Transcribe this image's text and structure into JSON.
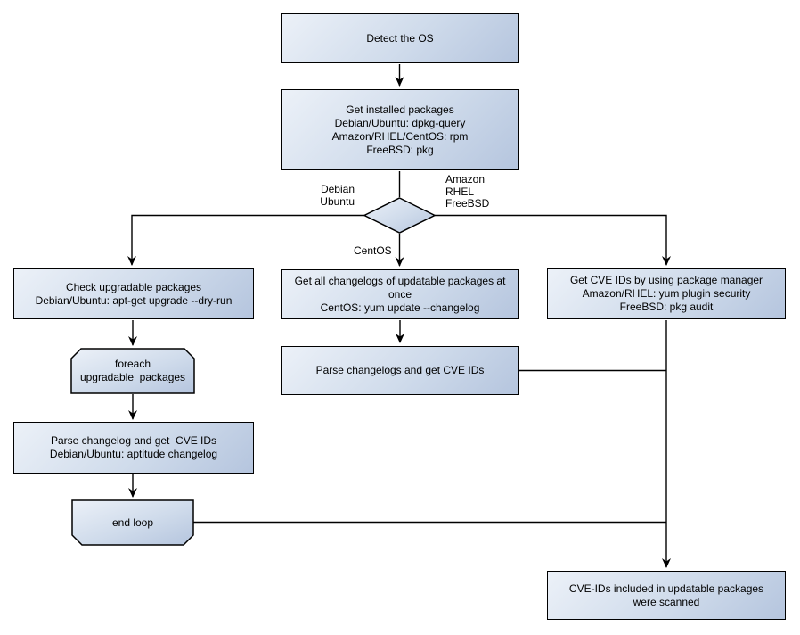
{
  "diagram": {
    "description": "Flowchart: detect OS and scan CVE IDs of updatable packages per package manager",
    "colors": {
      "node_fill_light": "#ecf1f8",
      "node_fill_dark": "#b5c5de",
      "node_border": "#000000",
      "connector": "#000000",
      "text": "#000000",
      "background": "#ffffff"
    },
    "nodes": {
      "detect_os": "Detect the OS",
      "get_installed_packages": "Get installed packages\nDebian/Ubuntu: dpkg-query\nAmazon/RHEL/CentOS: rpm\nFreeBSD: pkg",
      "check_upgradable_packages": "Check upgradable packages\nDebian/Ubuntu: apt-get upgrade --dry-run",
      "foreach_loop_start": "foreach\nupgradable  packages",
      "parse_changelog_debian": "Parse changelog and get  CVE IDs\nDebian/Ubuntu: aptitude changelog",
      "end_loop": "end loop",
      "get_all_changelogs": "Get all changelogs of updatable packages at once\nCentOS: yum update --changelog",
      "parse_changelogs_centos": "Parse changelogs and get CVE IDs",
      "get_cve_ids_package_manager": "Get CVE IDs by using package manager\nAmazon/RHEL: yum plugin security\nFreeBSD: pkg audit",
      "result_scanned": "CVE-IDs included in updatable packages\nwere scanned"
    },
    "edge_labels": {
      "left_branch": "Debian\nUbuntu",
      "right_branch": "Amazon\nRHEL\nFreeBSD",
      "down_branch": "CentOS"
    }
  }
}
